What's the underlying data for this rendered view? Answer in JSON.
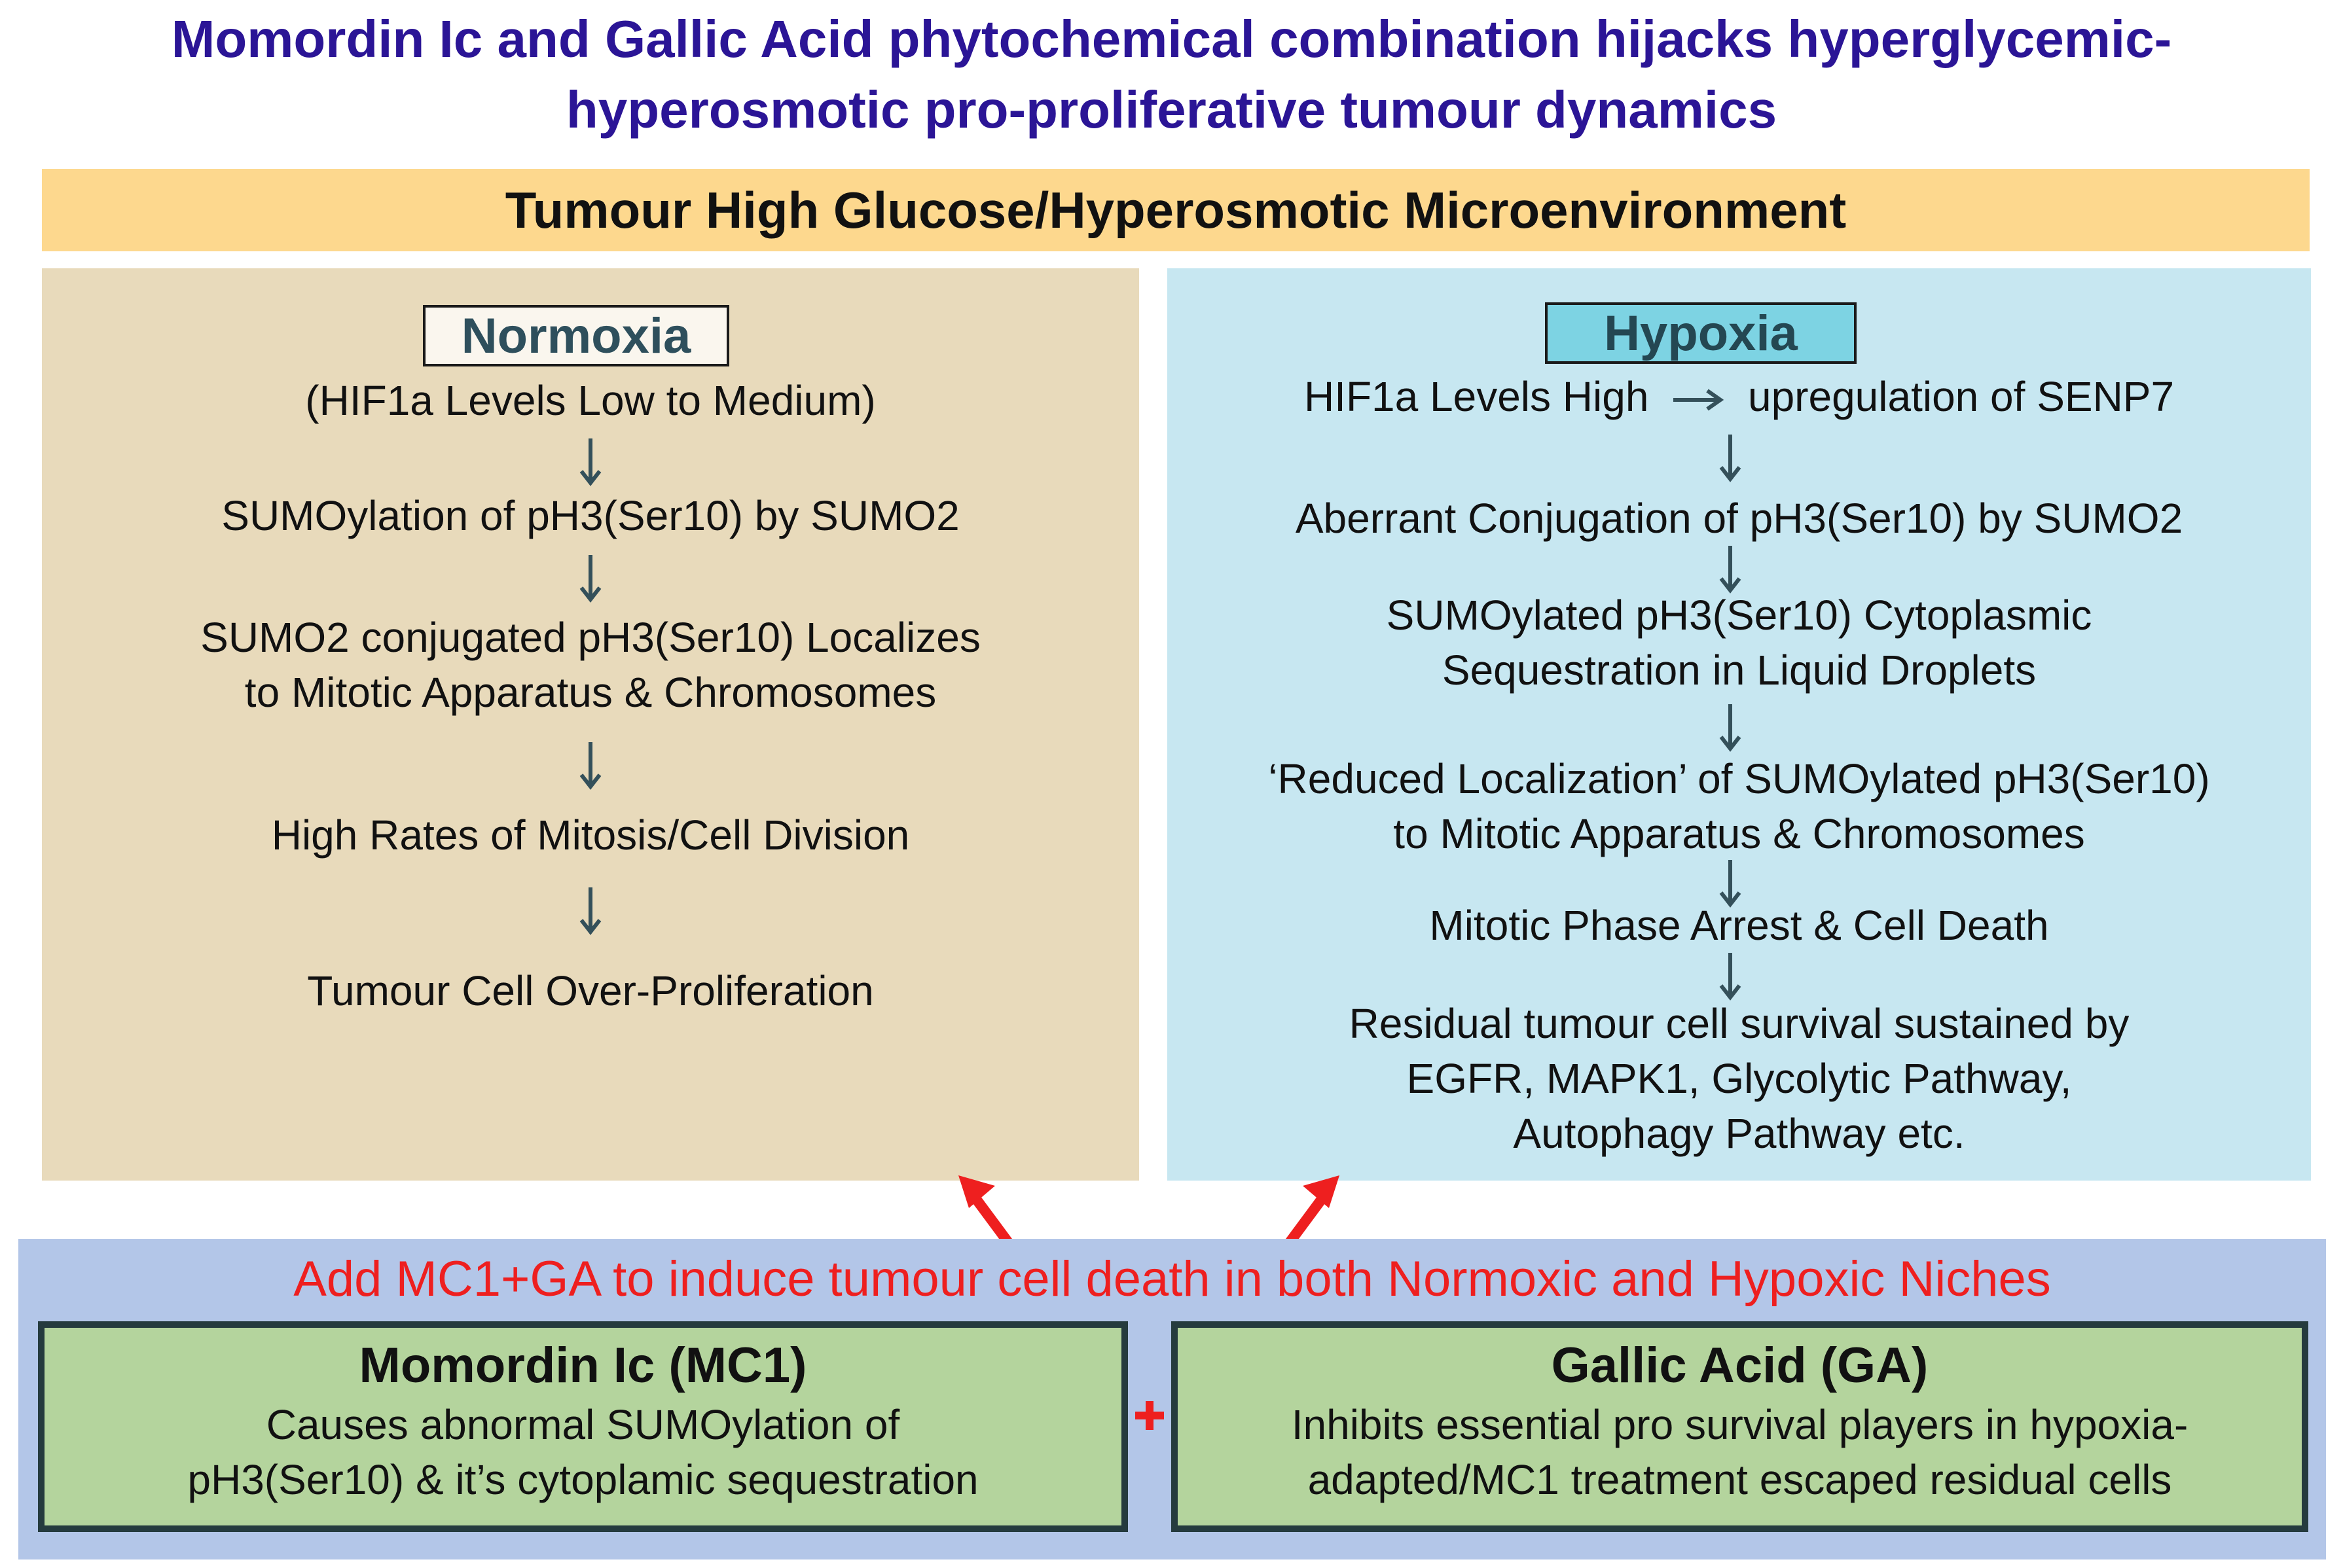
{
  "title": {
    "line1": "Momordin Ic and Gallic Acid phytochemical combination hijacks hyperglycemic-",
    "line2": "hyperosmotic pro-proliferative tumour dynamics"
  },
  "banner": "Tumour High Glucose/Hyperosmotic Microenvironment",
  "normoxia": {
    "heading": "Normoxia",
    "steps": [
      "(HIF1a Levels Low to Medium)",
      "SUMOylation of pH3(Ser10) by SUMO2",
      "SUMO2 conjugated pH3(Ser10) Localizes",
      "to Mitotic Apparatus & Chromosomes",
      "High Rates of Mitosis/Cell Division",
      "Tumour Cell Over-Proliferation"
    ]
  },
  "hypoxia": {
    "heading": "Hypoxia",
    "step1_left": "HIF1a Levels High",
    "step1_right": "upregulation of SENP7",
    "steps": [
      "Aberrant Conjugation of pH3(Ser10) by SUMO2",
      "SUMOylated pH3(Ser10) Cytoplasmic",
      "Sequestration in Liquid Droplets",
      "‘Reduced Localization’ of SUMOylated pH3(Ser10)",
      "to Mitotic Apparatus & Chromosomes",
      "Mitotic Phase Arrest & Cell Death",
      "Residual tumour cell survival sustained by",
      "EGFR, MAPK1, Glycolytic Pathway,",
      "Autophagy Pathway etc."
    ]
  },
  "treatment": {
    "headline": "Add MC1+GA to induce tumour cell death in both Normoxic and Hypoxic Niches",
    "mc1": {
      "name": "Momordin Ic (MC1)",
      "desc_line1": "Causes abnormal SUMOylation of",
      "desc_line2": "pH3(Ser10) & it’s cytoplamic sequestration"
    },
    "ga": {
      "name": "Gallic Acid (GA)",
      "desc_line1": "Inhibits essential pro survival players in hypoxia-",
      "desc_line2": "adapted/MC1 treatment escaped residual cells"
    }
  },
  "colors": {
    "title": "#2b1596",
    "banner_bg": "#fdd88e",
    "normoxia_bg": "#e8dabb",
    "hypoxia_bg": "#c7e7f1",
    "treatment_bg": "#b3c6e8",
    "agent_bg": "#b4d49d",
    "accent_red": "#ee1f1f",
    "arrow": "#34505a"
  }
}
